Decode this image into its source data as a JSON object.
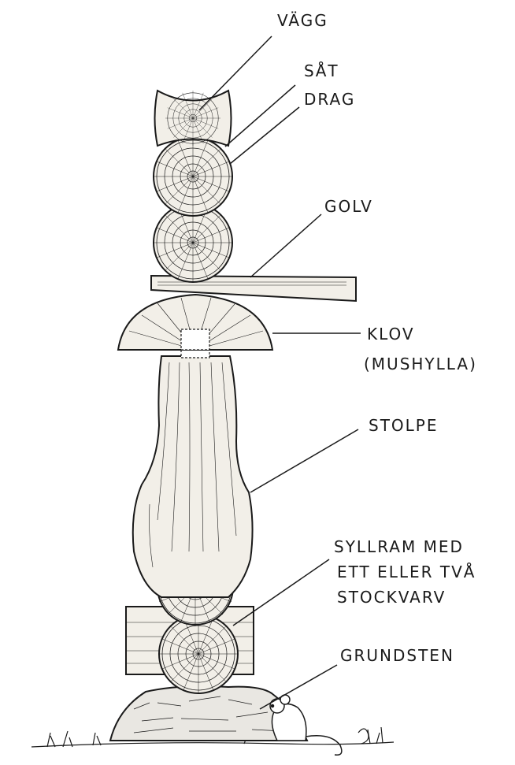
{
  "labels": {
    "vagg": "VÄGG",
    "sat": "SÅT",
    "drag": "DRAG",
    "golv": "GOLV",
    "klov_line1": "KLOV",
    "klov_line2": "(MUSHYLLA)",
    "stolpe": "STOLPE",
    "syllram_line1": "SYLLRAM MED",
    "syllram_line2": "ETT ELLER TVÅ",
    "syllram_line3": "STOCKVARV",
    "grundsten": "GRUNDSTEN"
  },
  "colors": {
    "ink": "#1a1a1a",
    "wood_light": "#f2efe8",
    "stone": "#e9e7e2",
    "paper": "#ffffff"
  }
}
